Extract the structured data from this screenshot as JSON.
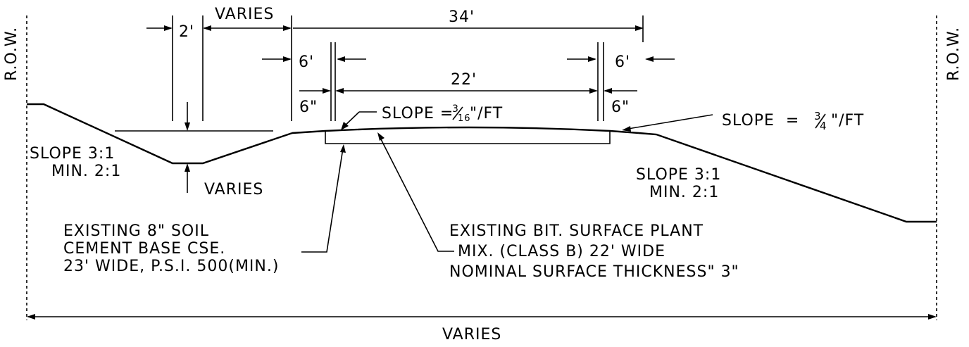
{
  "labels": {
    "row_left": "R.O.W.",
    "row_right": "R.O.W.",
    "ditch_width": "2'",
    "varies_top": "VARIES",
    "total_width": "34'",
    "shoulder_left": "6'",
    "shoulder_right": "6'",
    "pavement_width": "22'",
    "offset_left": "6\"",
    "offset_right": "6\"",
    "slope_pavement_prefix": "SLOPE =",
    "slope_pavement_num": "3",
    "slope_pavement_den": "16",
    "slope_pavement_unit": "\"/FT",
    "slope_shoulder_prefix": "SLOPE =",
    "slope_shoulder_num": "3",
    "slope_shoulder_den": "4",
    "slope_shoulder_unit": "\"/FT",
    "slope_left_1": "SLOPE 3:1",
    "slope_left_2": "MIN. 2:1",
    "varies_ditch": "VARIES",
    "slope_right_1": "SLOPE 3:1",
    "slope_right_2": "MIN. 2:1",
    "base_1": "EXISTING 8\" SOIL",
    "base_2": "CEMENT BASE CSE.",
    "base_3": "23' WIDE, P.S.I. 500(MIN.)",
    "surface_1": "EXISTING BIT. SURFACE PLANT",
    "surface_2": "MIX. (CLASS B) 22' WIDE",
    "surface_3": "NOMINAL SURFACE THICKNESS\" 3\"",
    "varies_bottom": "VARIES"
  },
  "colors": {
    "ink": "#000000",
    "paper": "#ffffff"
  }
}
